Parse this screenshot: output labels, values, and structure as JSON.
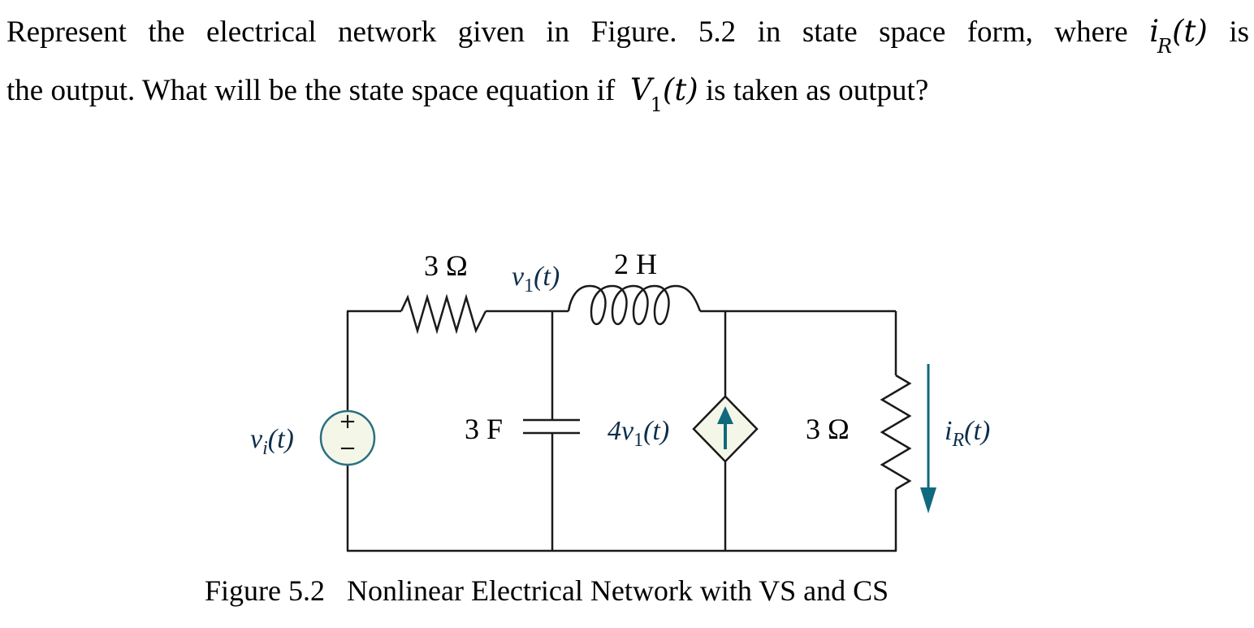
{
  "question": {
    "line1_prefix": "Represent the electrical network given in Figure. 5.2 in state space form, where",
    "line1_var": "i",
    "line1_sub": "R",
    "line1_arg": "(t)",
    "line1_suffix": "is",
    "line2_prefix": "the output. What will be the state space equation if",
    "line2_var": "V",
    "line2_sub": "1",
    "line2_arg": "(t)",
    "line2_suffix": "is taken as output?"
  },
  "circuit": {
    "resistor_left_label": "3 Ω",
    "node_voltage_main": "v",
    "node_voltage_sub": "1",
    "node_voltage_arg": "(t)",
    "inductor_label": "2 H",
    "source_label_main": "v",
    "source_label_sub": "i",
    "source_label_arg": "(t)",
    "source_plus": "+",
    "source_minus": "−",
    "capacitor_label": "3 F",
    "dependent_source_label_coef": "4",
    "dependent_source_label_main": "v",
    "dependent_source_label_sub": "1",
    "dependent_source_label_arg": "(t)",
    "resistor_right_label": "3 Ω",
    "output_current_main": "i",
    "output_current_sub": "R",
    "output_current_arg": "(t)",
    "colors": {
      "wire": "#1a1a1a",
      "source_fill": "#f4f7e8",
      "source_stroke": "#2a7080",
      "arrow": "#0f6a7e"
    }
  },
  "caption": {
    "number": "Figure 5.2",
    "text": "Nonlinear Electrical Network with VS and CS"
  }
}
